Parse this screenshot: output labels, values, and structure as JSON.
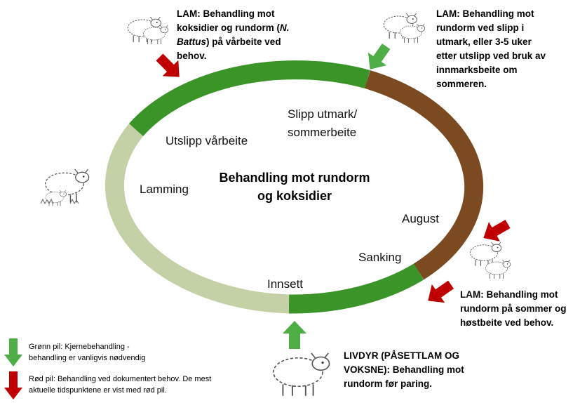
{
  "title": "Behandling mot rundorm og koksidier",
  "colors": {
    "green": "#3a9428",
    "pale_green": "#c4d0a6",
    "brown": "#7b4a21",
    "green_arrow": "#4fad45",
    "red_arrow": "#c00000"
  },
  "ring_labels": {
    "utslipp": "Utslipp vårbeite",
    "slipp": "Slipp utmark/ sommerbeite",
    "august": "August",
    "sanking": "Sanking",
    "innsett": "Innsett",
    "lamming": "Lamming"
  },
  "notes": {
    "top_left": {
      "prefix": "LAM: Behandling mot koksidier og rundorm (",
      "italic": "N. Battus",
      "suffix": ") på vårbeite ved behov."
    },
    "top_right": "LAM: Behandling mot rundorm ved slipp i utmark, eller 3-5 uker etter utslipp ved bruk av innmarksbeite om sommeren.",
    "right": "LAM: Behandling mot rundorm på sommer og høstbeite ved behov.",
    "bottom": "LIVDYR (PÅSETTLAM OG VOKSNE): Behandling mot rundorm før paring."
  },
  "legend": {
    "green": "Grønn pil: Kjernebehandling - behandling er vanligvis nødvendig",
    "red": "Rød pil: Behandling ved dokumentert behov. De mest aktuelle tidspunktene er vist med rød pil."
  },
  "icons": {
    "sheep": "sheep-icon",
    "arrow_green": "green-arrow-icon",
    "arrow_red": "red-arrow-icon"
  }
}
